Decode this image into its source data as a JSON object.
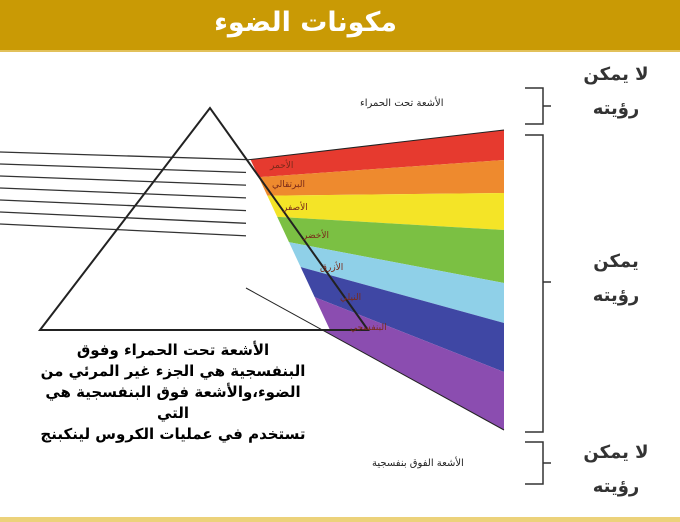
{
  "header": {
    "title": "مكونات الضوء"
  },
  "spectrum": {
    "infrared_label": "الأشعة تحت الحمراء",
    "ultraviolet_label": "الأشعة الفوق بنفسجية",
    "colors": [
      {
        "name": "الأحمر",
        "color": "#e63a2f"
      },
      {
        "name": "البرتقالي",
        "color": "#ee8a2e"
      },
      {
        "name": "الأصفر",
        "color": "#f4e427"
      },
      {
        "name": "الأخضر",
        "color": "#7bc043"
      },
      {
        "name": "الأزرق",
        "color": "#8fd0e8"
      },
      {
        "name": "النيلي",
        "color": "#3f47a4"
      },
      {
        "name": "البنفسجي",
        "color": "#8b4db0"
      }
    ]
  },
  "side_labels": {
    "top_line1": "لا يمكن",
    "top_line2": "رؤيته",
    "middle_line1": "يمكن",
    "middle_line2": "رؤيته",
    "bottom_line1": "لا يمكن",
    "bottom_line2": "رؤيته"
  },
  "note": {
    "line1": "الأشعة تحت الحمراء وفوق",
    "line2": "البنفسجية هي الجزء غير المرئي من",
    "line3": "الضوء،والأشعة فوق البنفسجية هي التي",
    "line4": "تستخدم في عمليات الكروس لينكبنج"
  }
}
